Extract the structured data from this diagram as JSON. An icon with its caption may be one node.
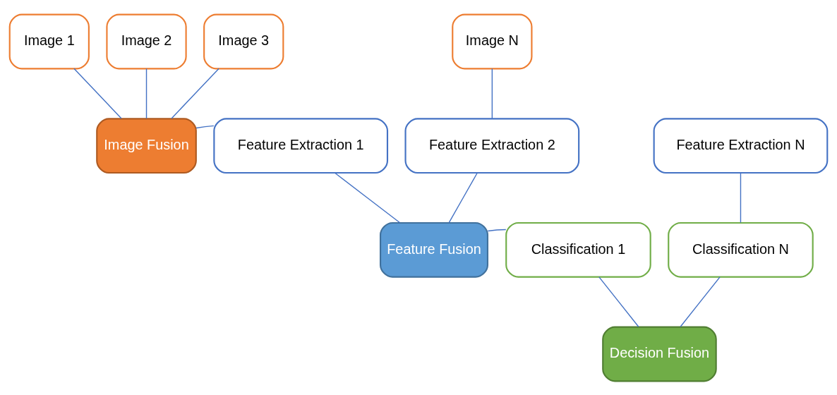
{
  "diagram": {
    "nodes": [
      {
        "text": [
          "Image 1"
        ]
      },
      {
        "text": [
          "Image 2"
        ]
      },
      {
        "text": [
          "Image 3"
        ]
      },
      {
        "text": [
          "Image N"
        ]
      },
      {
        "text": [
          "Image Fusion"
        ]
      },
      {
        "text": [
          "Feature Extraction 1"
        ]
      },
      {
        "text": [
          "Feature Extraction 2"
        ]
      },
      {
        "text": [
          "Feature Extraction N"
        ]
      },
      {
        "text": [
          "Feature Fusion"
        ]
      },
      {
        "text": [
          "Classification 1"
        ]
      },
      {
        "text": [
          "Classification N"
        ]
      },
      {
        "text": [
          "Decision Fusion"
        ]
      }
    ],
    "edges": [
      {
        "from": 0,
        "to": 4,
        "arrow": "none"
      },
      {
        "from": 1,
        "to": 4,
        "arrow": "none"
      },
      {
        "from": 2,
        "to": 4,
        "arrow": "none"
      },
      {
        "from": 4,
        "to": 5,
        "arrow": "none"
      },
      {
        "from": 3,
        "to": 6,
        "arrow": "none"
      },
      {
        "from": 5,
        "to": 8,
        "arrow": "none"
      },
      {
        "from": 6,
        "to": 8,
        "arrow": "none"
      },
      {
        "from": 8,
        "to": 9,
        "arrow": "none"
      },
      {
        "from": 7,
        "to": 10,
        "arrow": "none"
      },
      {
        "from": 9,
        "to": 11,
        "arrow": "none"
      },
      {
        "from": 10,
        "to": 11,
        "arrow": "none"
      }
    ]
  }
}
